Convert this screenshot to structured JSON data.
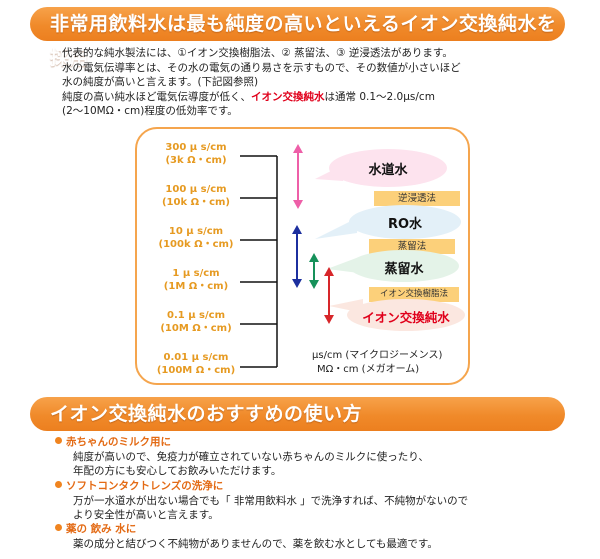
{
  "banner_top": "非常用飲料水は最も純度の高いといえるイオン交換純水を採用",
  "intro": {
    "line1": "代表的な純水製法には、①イオン交換樹脂法、② 蒸留法、③ 逆浸透法があります。",
    "line2": "水の電気伝導率とは、その水の電気の通り易さを示すもので、その数値が小さいほど",
    "line3": "水の純度が高いと言えます。(下記図参照)",
    "line4_pre": "純度の高い純水ほど電気伝導度が低く、",
    "line4_red": "イオン交換純水",
    "line4_post": "は通常 0.1〜2.0μs/cm",
    "line5": "(2〜10MΩ・cm)程度の低効率です。"
  },
  "diagram": {
    "scale": [
      {
        "top": "300 μ s/cm",
        "bottom": "(3k Ω・cm)"
      },
      {
        "top": "100 μ s/cm",
        "bottom": "(10k Ω・cm)"
      },
      {
        "top": "10 μ s/cm",
        "bottom": "(100k Ω・cm)"
      },
      {
        "top": "1 μ s/cm",
        "bottom": "(1M Ω・cm)"
      },
      {
        "top": "0.1 μ s/cm",
        "bottom": "(10M Ω・cm)"
      },
      {
        "top": "0.01 μ s/cm",
        "bottom": "(100M Ω・cm)"
      }
    ],
    "tap_water": "水道水",
    "ro_tag": "逆浸透法",
    "ro_water": "RO水",
    "distill_tag": "蒸留法",
    "distilled_water": "蒸留水",
    "ion_tag": "イオン交換樹脂法",
    "ion_water": "イオン交換純水",
    "unit_line1": "μs/cm (マイクロジーメンス)",
    "unit_line2": "MΩ・cm (メガオーム)",
    "colors": {
      "pink": "#ee5fa8",
      "blue": "#1c2f9e",
      "green": "#16915a",
      "red": "#d7262a",
      "label": "#e69a21"
    }
  },
  "banner_bottom": "イオン交換純水のおすすめの使い方",
  "uses": [
    {
      "title": "赤ちゃんのミルク用に",
      "lines": [
        "純度が高いので、免疫力が確立されていない赤ちゃんのミルクに使ったり、",
        "年配の方にも安心してお飲みいただけます。"
      ]
    },
    {
      "title": "ソフトコンタクトレンズの洗浄に",
      "lines": [
        "万が一水道水が出ない場合でも「 非常用飲料水 」で洗浄すれば、不純物がないので",
        "より安全性が高いと言えます。"
      ]
    },
    {
      "title": "薬の 飲み 水に",
      "lines": [
        "薬の成分と結びつく不純物がありませんので、薬を飲む水としても最適です。"
      ]
    }
  ]
}
